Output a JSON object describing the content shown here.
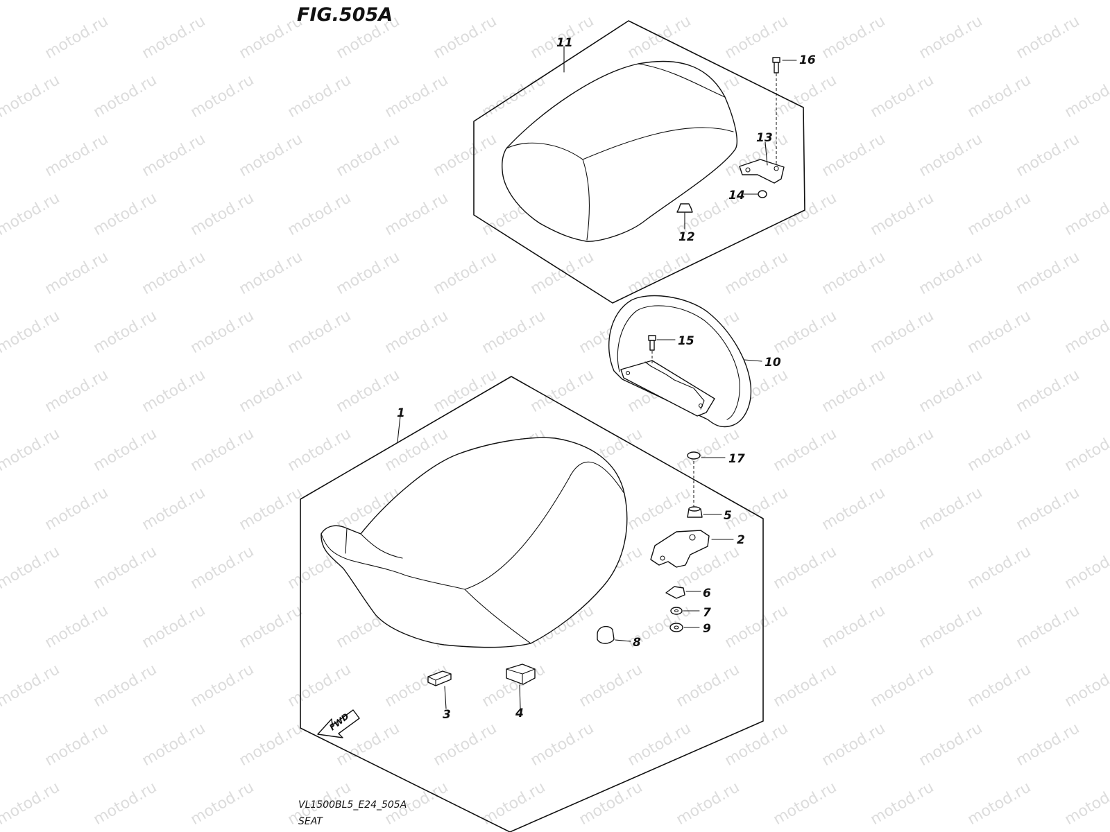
{
  "figure": {
    "title": "FIG.505A",
    "footer_code": "VL1500BL5_E24_505A",
    "footer_name": "SEAT",
    "fwd_label": "FWD",
    "watermark": "motod.ru"
  },
  "callouts": {
    "c1": "1",
    "c2": "2",
    "c3": "3",
    "c4": "4",
    "c5": "5",
    "c6": "6",
    "c7": "7",
    "c8": "8",
    "c9": "9",
    "c10": "10",
    "c11": "11",
    "c12": "12",
    "c13": "13",
    "c14": "14",
    "c15": "15",
    "c16": "16",
    "c17": "17"
  }
}
